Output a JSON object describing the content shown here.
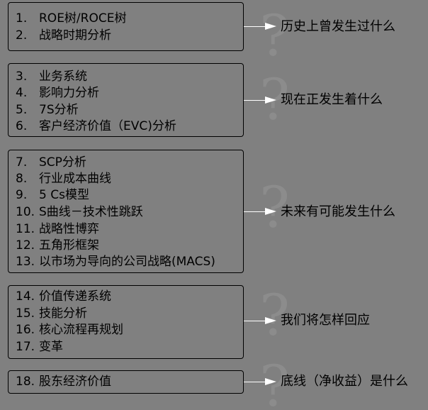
{
  "groups": [
    {
      "items": [
        {
          "num": "1.",
          "label": "ROE树/ROCE树"
        },
        {
          "num": "2.",
          "label": "战略时期分析"
        }
      ],
      "question": "历史上曾发生过什么"
    },
    {
      "items": [
        {
          "num": "3.",
          "label": "业务系统"
        },
        {
          "num": "4.",
          "label": "影响力分析"
        },
        {
          "num": "5.",
          "label": "7S分析"
        },
        {
          "num": "6.",
          "label": "客户经济价值（EVC)分析"
        }
      ],
      "question": "现在正发生着什么"
    },
    {
      "items": [
        {
          "num": "7.",
          "label": "SCP分析"
        },
        {
          "num": "8.",
          "label": "行业成本曲线"
        },
        {
          "num": "9.",
          "label": "5 Cs模型"
        },
        {
          "num": "10.",
          "label": "S曲线－技术性跳跃"
        },
        {
          "num": "11.",
          "label": "战略性博弈"
        },
        {
          "num": "12.",
          "label": "五角形框架"
        },
        {
          "num": "13.",
          "label": "以市场为导向的公司战略(MACS)"
        }
      ],
      "question": "未来有可能发生什么"
    },
    {
      "items": [
        {
          "num": "14.",
          "label": "价值传递系统"
        },
        {
          "num": "15.",
          "label": "技能分析"
        },
        {
          "num": "16.",
          "label": "核心流程再规划"
        },
        {
          "num": "17.",
          "label": "变革"
        }
      ],
      "question": "我们将怎样回应"
    },
    {
      "items": [
        {
          "num": "18.",
          "label": "股东经济价值"
        }
      ],
      "question": "底线（净收益）是什么"
    }
  ],
  "colors": {
    "background": "#808080",
    "arrow": "#ffffff",
    "watermark": "#8c8c8c"
  },
  "icons": [
    "question-mark-watermark-icon",
    "arrow-right-icon"
  ]
}
